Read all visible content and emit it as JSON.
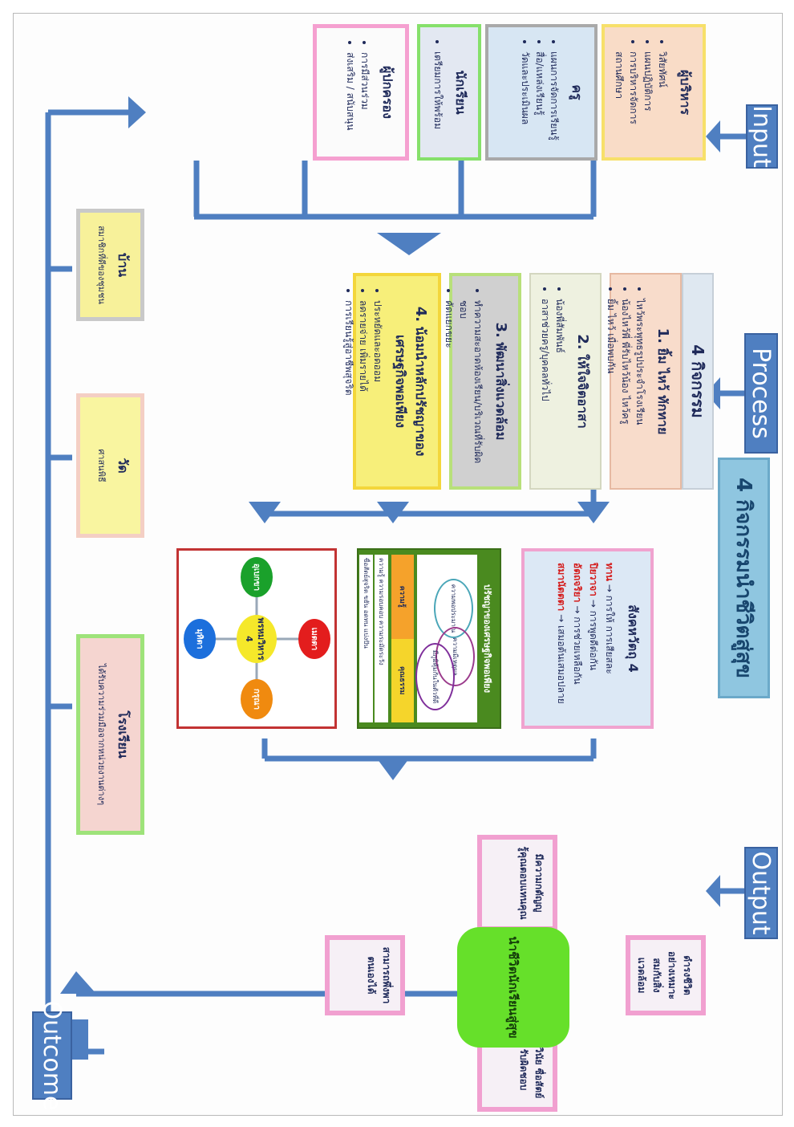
{
  "labels": {
    "input": "Input",
    "process": "Process",
    "output": "Output",
    "outcome": "Outcome"
  },
  "title": "4 กิจกรรมนำชีวิตสู่สุข",
  "inputs": [
    {
      "title": "ผู้บริหาร",
      "items": [
        "วิสัยทัศน์",
        "แผนปฏิบัติการ",
        "การบริหารจัดการสถานศึกษา"
      ]
    },
    {
      "title": "ครู",
      "items": [
        "แผนการจัดการเรียนรู้",
        "สื่อ/แหล่งเรียนรู้",
        "วัดและประเมินผล"
      ]
    },
    {
      "title": "นักเรียน",
      "items": [
        "เตรียมการให้พร้อม"
      ]
    },
    {
      "title": "ผู้ปกครอง",
      "items": [
        "การมีส่วนร่วม",
        "ส่งเสริม / สนับสนุน"
      ]
    }
  ],
  "process": {
    "header": "4  กิจกรรม",
    "activities": [
      {
        "num": "1.",
        "title": "ยิ้ม  ไหว้  ทักทาย",
        "items": [
          "ไหว้พระพุทธรูปประจำโรงเรียน",
          "น้องไหว้พี่  พี่รับไหว้น้อง  ไหว้ครู",
          "ยิ้ม  ไหว้  เมื่อพบกัน"
        ]
      },
      {
        "num": "2.",
        "title": "ให้ใจจิตอาสา",
        "items": [
          "น้องพี่สัมพันธ์",
          "อาสาช่วยครู/บุคคลทั่วไป"
        ]
      },
      {
        "num": "3.",
        "title": "พัฒนาสิ่งแวดล้อม",
        "items": [
          "ทำความสะอาดห้องเรียน/บริเวณที่รับผิดชอบ",
          "คัดแยกขยะ"
        ]
      },
      {
        "num": "4.",
        "title": "น้อมนำหลักปรัชญาของเศรษฐกิจพอเพียง",
        "items": [
          "ประหยัดและอดออม",
          "ลดรายจ่าย  เพิ่มรายได้",
          "การเรียนรู้สู่อาชีพสุจริต"
        ]
      }
    ]
  },
  "community": [
    {
      "title": "บ้าน",
      "text": "สมาชิกที่ดีของชุมชน"
    },
    {
      "title": "วัด",
      "text": "ศาสนพิธี"
    },
    {
      "title": "โรงเรียน",
      "text": "ได้รับความร่วมมือจากหน่วยงานต่างๆ"
    }
  ],
  "sangahawatthu": {
    "title": "สังคหวัตถุ  4",
    "rows": [
      {
        "term": "ทาน",
        "arrow": "→",
        "desc": "การให้  การเสียสละ"
      },
      {
        "term": "ปิยวาจา",
        "arrow": "→",
        "desc": "การพูดดีต่อกัน"
      },
      {
        "term": "อัตถจริยา",
        "arrow": "→",
        "desc": "การช่วยเหลือกัน"
      },
      {
        "term": "สมานัตตตา",
        "arrow": "→",
        "desc": "เสมอต้นเสมอปลาย"
      }
    ]
  },
  "sufficiency": {
    "title": "ปรัชญาของเศรษฐกิจพอเพียง",
    "circles": [
      "ความพอประมาณ",
      "ความมีเหตุผล",
      "มีภูมิคุ้มกันในตัวที่ดี"
    ],
    "left_label": "ความรู้",
    "right_label": "คุณธรรม",
    "bar1": "ความรู้ ความรอบคอบ ความระมัดระวัง",
    "bar2": "ซื่อสัตย์สุจริต ขยัน อดทน แบ่งปัน"
  },
  "brahmavihara": {
    "center": "พรหมวิหาร 4",
    "items": [
      "เมตตา",
      "กรุณา",
      "มุทิตา",
      "อุเบกขา"
    ],
    "colors": [
      "#e31d1d",
      "#f08a0f",
      "#1c6fdc",
      "#1aa12b"
    ]
  },
  "output": {
    "center": "นำชีวิตนักเรียนสู่สุข",
    "petals": [
      "มีความกตัญญูรู้คุณตอบแทนคุณ",
      "ดำรงชีวิตอย่างเหมาะสมกับสิ่งแวดล้อม",
      "มีวินัย ซื่อสัตย์ รับผิดชอบ",
      "สามารถพึ่งพาตนเองได้"
    ]
  }
}
